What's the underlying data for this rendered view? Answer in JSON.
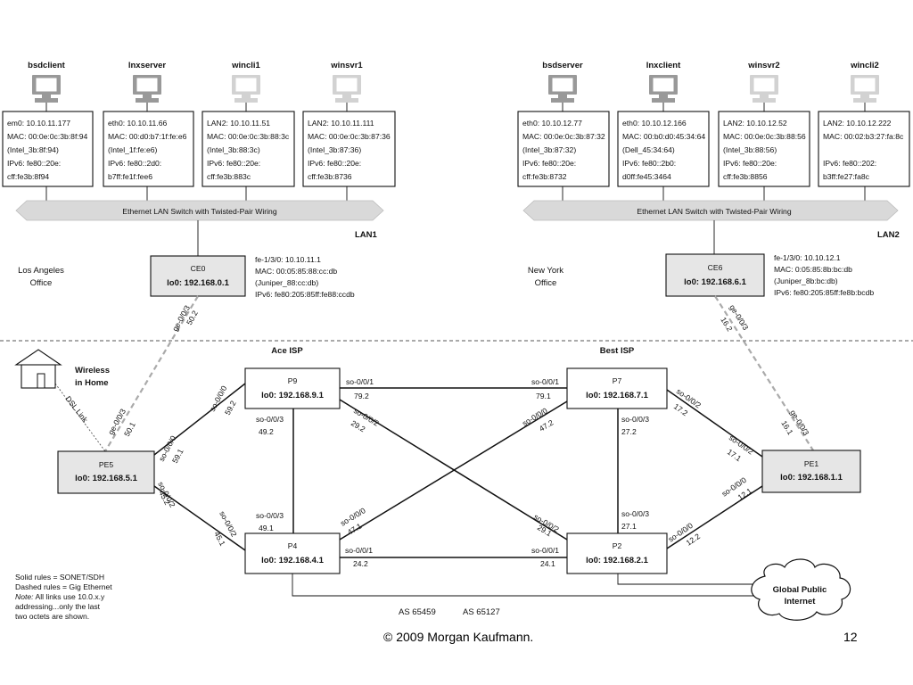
{
  "lan_sites": [
    {
      "hosts": [
        {
          "name": "bsdclient",
          "gray": false,
          "lines": [
            "em0: 10.10.11.177",
            "MAC: 00:0e:0c:3b:8f:94",
            "(Intel_3b:8f:94)",
            "IPv6: fe80::20e:",
            "cff:fe3b:8f94"
          ]
        },
        {
          "name": "lnxserver",
          "gray": false,
          "lines": [
            "eth0: 10.10.11.66",
            "MAC: 00:d0:b7:1f:fe:e6",
            "(Intel_1f:fe:e6)",
            "IPv6: fe80::2d0:",
            "b7ff:fe1f:fee6"
          ]
        },
        {
          "name": "wincli1",
          "gray": true,
          "lines": [
            "LAN2: 10.10.11.51",
            "MAC: 00:0e:0c:3b:88:3c",
            "(Intel_3b:88:3c)",
            "IPv6: fe80::20e:",
            "cff:fe3b:883c"
          ]
        },
        {
          "name": "winsvr1",
          "gray": true,
          "lines": [
            "LAN2: 10.10.11.111",
            "MAC: 00:0e:0c:3b:87:36",
            "(Intel_3b:87:36)",
            "IPv6: fe80::20e:",
            "cff:fe3b:8736"
          ]
        }
      ],
      "switch_label": "Ethernet LAN Switch with Twisted-Pair Wiring",
      "lan_label": "LAN1",
      "office": [
        "Los Angeles",
        "Office"
      ],
      "ce": {
        "name": "CE0",
        "lo": "lo0: 192.168.0.1"
      },
      "ce_info": [
        "fe-1/3/0: 10.10.11.1",
        "MAC: 00:05:85:88:cc:db",
        "(Juniper_88:cc:db)",
        "IPv6: fe80:205:85ff:fe88:ccdb"
      ]
    },
    {
      "hosts": [
        {
          "name": "bsdserver",
          "gray": false,
          "lines": [
            "eth0: 10.10.12.77",
            "MAC: 00:0e:0c:3b:87:32",
            "(Intel_3b:87:32)",
            "IPv6: fe80::20e:",
            "cff:fe3b:8732"
          ]
        },
        {
          "name": "lnxclient",
          "gray": false,
          "lines": [
            "eth0: 10.10.12.166",
            "MAC: 00:b0:d0:45:34:64",
            "(Dell_45:34:64)",
            "IPv6: fe80::2b0:",
            "d0ff:fe45:3464"
          ]
        },
        {
          "name": "winsvr2",
          "gray": true,
          "lines": [
            "LAN2: 10.10.12.52",
            "MAC: 00:0e:0c:3b:88:56",
            "(Intel_3b:88:56)",
            "IPv6: fe80::20e:",
            "cff:fe3b:8856"
          ]
        },
        {
          "name": "wincli2",
          "gray": true,
          "lines": [
            "LAN2: 10.10.12.222",
            "MAC: 00:02:b3:27:fa:8c",
            "",
            "IPv6: fe80::202:",
            "b3ff:fe27:fa8c"
          ]
        }
      ],
      "switch_label": "Ethernet LAN Switch with Twisted-Pair Wiring",
      "lan_label": "LAN2",
      "office": [
        "New York",
        "Office"
      ],
      "ce": {
        "name": "CE6",
        "lo": "lo0: 192.168.6.1"
      },
      "ce_info": [
        "fe-1/3/0: 10.10.12.1",
        "MAC: 0:05:85:8b:bc:db",
        "(Juniper_8b:bc:db)",
        "IPv6: fe80:205:85ff:fe8b:bcdb"
      ]
    }
  ],
  "isp_labels": [
    "Ace ISP",
    "Best ISP"
  ],
  "routers": {
    "PE5": {
      "name": "PE5",
      "lo": "lo0: 192.168.5.1"
    },
    "P9": {
      "name": "P9",
      "lo": "lo0: 192.168.9.1"
    },
    "P4": {
      "name": "P4",
      "lo": "lo0: 192.168.4.1"
    },
    "P7": {
      "name": "P7",
      "lo": "lo0: 192.168.7.1"
    },
    "P2": {
      "name": "P2",
      "lo": "lo0: 192.168.2.1"
    },
    "PE1": {
      "name": "PE1",
      "lo": "lo0: 192.168.1.1"
    }
  },
  "link_labels": {
    "ce0_ge": [
      "ge-0/0/3",
      "50.2"
    ],
    "pe5_ge": [
      "ge-0/0/3",
      "50.1"
    ],
    "ce6_ge": [
      "ge-0/0/3",
      "16.2"
    ],
    "pe1_ge": [
      "ge-0/0/3",
      "16.1"
    ],
    "p9_pe5": [
      "so-0/0/0",
      "59.2"
    ],
    "pe5_p9": [
      "so-0/0/0",
      "59.1"
    ],
    "pe5_p4": [
      "so-0/0/2",
      "45.2"
    ],
    "p4_pe5": [
      "so-0/0/2",
      "45.1"
    ],
    "p9_p7": [
      "so-0/0/1",
      "79.2"
    ],
    "p7_p9": [
      "so-0/0/1",
      "79.1"
    ],
    "p9_p4": [
      "so-0/0/3",
      "49.2"
    ],
    "p4_p9": [
      "so-0/0/3",
      "49.1"
    ],
    "p9_p2": [
      "so-0/0/2",
      "29.2"
    ],
    "p2_p9": [
      "so-0/0/2",
      "29.1"
    ],
    "p7_p4": [
      "so-0/0/0",
      "47.2"
    ],
    "p4_p7": [
      "so-0/0/0",
      "47.1"
    ],
    "p7_p2": [
      "so-0/0/3",
      "27.2"
    ],
    "p2_p7": [
      "so-0/0/3",
      "27.1"
    ],
    "p4_p2": [
      "so-0/0/1",
      "24.2"
    ],
    "p2_p4": [
      "so-0/0/1",
      "24.1"
    ],
    "p7_pe1": [
      "so-0/0/2",
      "17.2"
    ],
    "pe1_p7": [
      "so-0/0/2",
      "17.1"
    ],
    "pe1_p2": [
      "so-0/0/0",
      "12.1"
    ],
    "p2_pe1": [
      "so-0/0/0",
      "12.2"
    ]
  },
  "home": {
    "label": [
      "Wireless",
      "in Home"
    ],
    "dsl": "DSL Link"
  },
  "cloud": [
    "Global Public",
    "Internet"
  ],
  "as_labels": [
    "AS 65459",
    "AS 65127"
  ],
  "legend": {
    "solid": "Solid rules = SONET/SDH",
    "dashed": "Dashed rules = Gig Ethernet",
    "note_label": "Note:",
    "note": "All links use 10.0.x.y",
    "note_lines": [
      "addressing...only the last",
      "two octets are shown."
    ]
  },
  "footer": {
    "copyright": "© 2009 Morgan Kaufmann.",
    "page": "12"
  }
}
